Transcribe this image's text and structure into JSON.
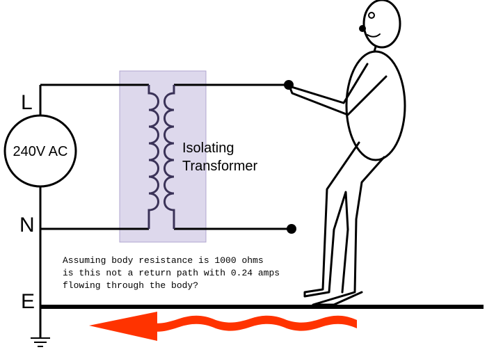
{
  "terminals": {
    "live": "L",
    "neutral": "N",
    "earth": "E"
  },
  "source": {
    "label": "240V AC"
  },
  "transformer": {
    "line1": "Isolating",
    "line2": "Transformer"
  },
  "note": {
    "line1": "Assuming body resistance is 1000 ohms",
    "line2": "is this not a return path with 0.24 amps",
    "line3": "flowing through the body?"
  },
  "colors": {
    "wire": "#000000",
    "coil": "#3a3258",
    "transformer_fill": "#cfc7e4",
    "transformer_border": "#b0a6cf",
    "arrow": "#ff3300"
  },
  "icons": [
    "ground-icon",
    "person-figure",
    "current-arrow"
  ]
}
